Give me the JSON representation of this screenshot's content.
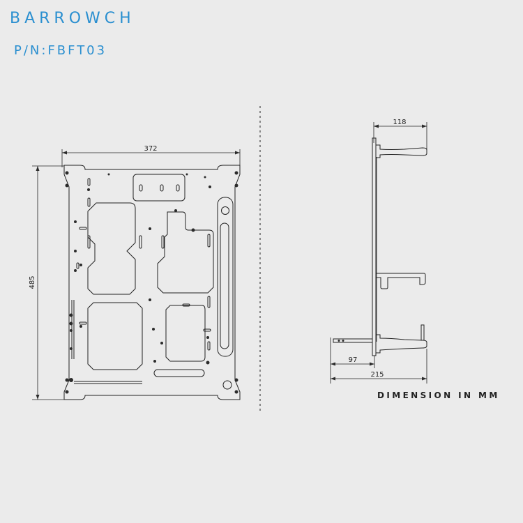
{
  "brand": {
    "name": "BARROWCH",
    "part_number": "P/N:FBFT03"
  },
  "front_view": {
    "width_label": "372",
    "height_label": "485"
  },
  "side_view": {
    "depth_label": "118",
    "offset_label": "97",
    "total_depth_label": "215"
  },
  "units_note": "DIMENSION IN MM",
  "colors": {
    "brand": "#2a8fd0",
    "background": "#ebebeb",
    "line": "#222222"
  }
}
